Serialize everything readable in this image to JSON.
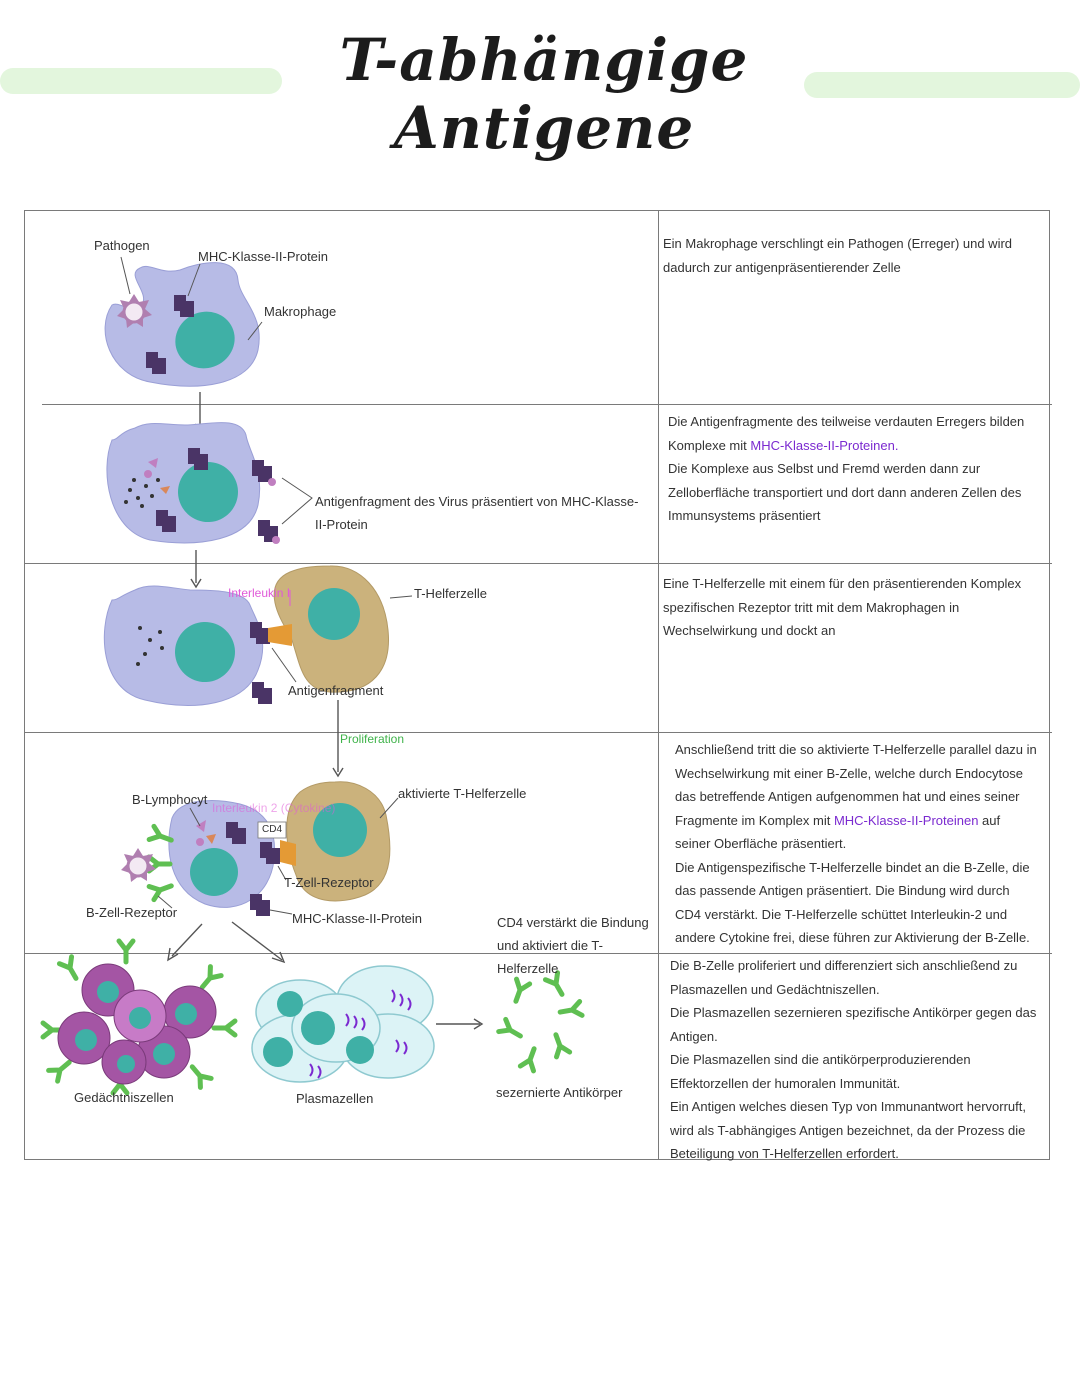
{
  "title": "T-abhängige Antigene",
  "colors": {
    "band": "#e3f6dd",
    "macrophage": "#b7bbe6",
    "nucleus": "#3fb0a6",
    "mhc": "#4a3466",
    "thelper": "#cbb27c",
    "orange": "#e49a35",
    "purple_text": "#7b2ad0",
    "pink_text": "#e05ad8",
    "green_text": "#3fb34a",
    "antibody": "#5fbf52",
    "memory_cell": "#a455a4",
    "plasma_cell": "#dcf3f6"
  },
  "rows": [
    {
      "labels": {
        "pathogen": "Pathogen",
        "mhc": "MHC-Klasse-II-Protein",
        "macrophage": "Makrophage"
      },
      "text": "Ein Makrophage verschlingt ein Pathogen (Erreger) und wird dadurch zur antigenpräsentierender Zelle"
    },
    {
      "labels": {
        "fragment": "Antigenfragment des Virus präsentiert von MHC-Klasse-II-Protein"
      },
      "text_a": "Die Antigenfragmente des teilweise verdauten Erregers bilden Komplexe mit ",
      "text_mhc": "MHC-Klasse-II-Proteinen.",
      "text_b": "Die Komplexe aus Selbst und Fremd werden dann zur Zelloberfläche transportiert und dort dann anderen Zellen des Immunsystems präsentiert"
    },
    {
      "labels": {
        "interleukin": "Interleukin I",
        "thelper": "T-Helferzelle",
        "fragment": "Antigenfragment"
      },
      "text": "Eine T-Helferzelle mit einem für den präsentierenden Komplex spezifischen Rezeptor tritt mit dem Makrophagen in Wechselwirkung und dockt an"
    },
    {
      "labels": {
        "proliferation": "Proliferation",
        "blymph": "B-Lymphocyt",
        "interleukin2": "Interleukin 2 (Cytokine)",
        "activated": "aktivierte T-Helferzelle",
        "cd4": "CD4",
        "tcr": "T-Zell-Rezeptor",
        "bcr": "B-Zell-Rezeptor",
        "mhc": "MHC-Klasse-II-Protein",
        "cd4_note": "CD4 verstärkt die Bindung und aktiviert die T-Helferzelle"
      },
      "text_a": "Anschließend tritt die so aktivierte T-Helferzelle parallel dazu in Wechselwirkung mit einer B-Zelle, welche durch Endocytose das betreffende Antigen aufgenommen hat und eines seiner Fragmente im Komplex mit ",
      "text_mhc": "MHC-Klasse-II-Proteinen",
      "text_b": " auf seiner Oberfläche präsentiert.",
      "text_c": "Die Antigenspezifische T-Helferzelle bindet an die B-Zelle, die das passende Antigen präsentiert. Die Bindung wird durch CD4 verstärkt. Die T-Helferzelle schüttet Interleukin-2 und andere Cytokine frei, diese führen zur Aktivierung der B-Zelle."
    },
    {
      "labels": {
        "memory": "Gedächtniszellen",
        "plasma": "Plasmazellen",
        "antibodies": "sezernierte Antikörper"
      },
      "text_a": "Die B-Zelle proliferiert und differenziert sich anschließend zu Plasmazellen und Gedächtniszellen.",
      "text_b": "Die Plasmazellen sezernieren spezifische Antikörper gegen das Antigen.",
      "text_c": "Die Plasmazellen sind die antikörperproduzierenden Effektorzellen der humoralen Immunität.",
      "text_d": "Ein Antigen welches diesen Typ von Immunantwort hervorruft, wird als T-abhängiges Antigen bezeichnet, da der Prozess die Beteiligung von T-Helferzellen erfordert."
    }
  ]
}
